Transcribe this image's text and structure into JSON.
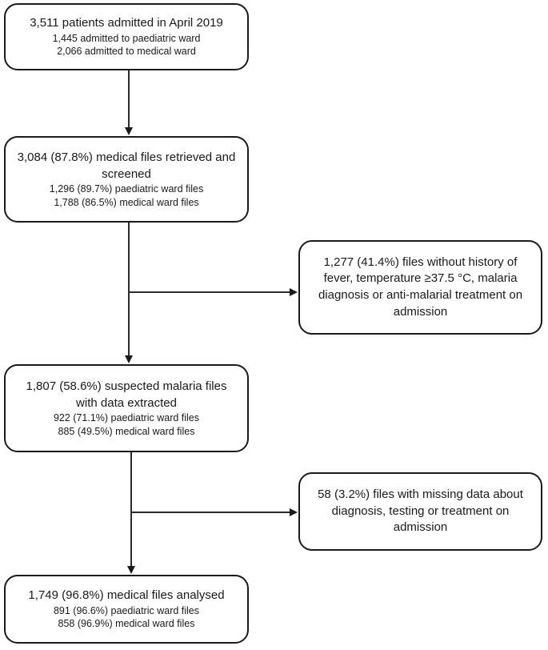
{
  "boxes": {
    "admitted": {
      "main": "3,511 patients admitted in April 2019",
      "sub1": "1,445 admitted to paediatric ward",
      "sub2": "2,066 admitted to medical ward"
    },
    "screened": {
      "main": "3,084 (87.8%) medical files retrieved and screened",
      "sub1": "1,296 (89.7%) paediatric ward files",
      "sub2": "1,788 (86.5%) medical ward files"
    },
    "excluded_no_history": {
      "main": "1,277 (41.4%) files without history of fever, temperature ≥37.5 °C, malaria diagnosis or anti-malarial treatment on admission"
    },
    "suspected": {
      "main": "1,807 (58.6%) suspected malaria files with data extracted",
      "sub1": "922 (71.1%) paediatric ward files",
      "sub2": "885 (49.5%) medical ward files"
    },
    "excluded_missing_data": {
      "main": "58 (3.2%) files with missing data about diagnosis, testing or treatment on admission"
    },
    "analysed": {
      "main": "1,749 (96.8%) medical files analysed",
      "sub1": "891 (96.6%) paediatric ward files",
      "sub2": "858 (96.9%) medical ward files"
    }
  },
  "colors": {
    "box_border": "#1a1a1a",
    "text": "#1a1a1a",
    "connector": "#2b2b2b",
    "background": "#ffffff"
  }
}
